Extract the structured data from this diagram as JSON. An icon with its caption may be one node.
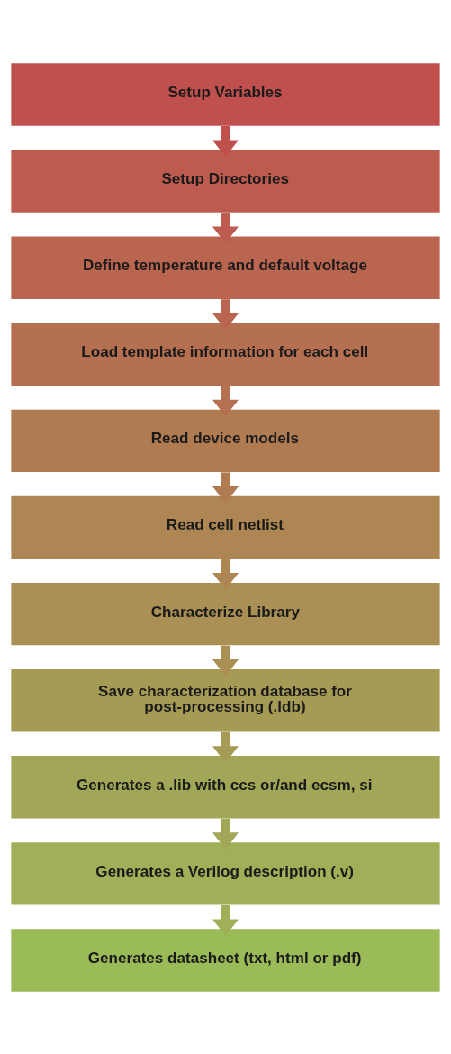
{
  "diagram": {
    "nodes": [
      {
        "text": [
          "Setup Variables"
        ]
      },
      {
        "text": [
          "Setup Directories"
        ]
      },
      {
        "text": [
          "Define temperature and default voltage"
        ]
      },
      {
        "text": [
          "Load template information for each cell"
        ]
      },
      {
        "text": [
          "Read device models"
        ]
      },
      {
        "text": [
          "Read cell netlist"
        ]
      },
      {
        "text": [
          "Characterize Library"
        ]
      },
      {
        "text": [
          "Save characterization database for post-processing (.ldb)"
        ]
      },
      {
        "text": [
          "Generates a .lib with ccs or/and ecsm, si"
        ]
      },
      {
        "text": [
          "Generates a Verilog description (.v)"
        ]
      },
      {
        "text": [
          "Generates datasheet (txt, html or pdf)"
        ]
      }
    ],
    "edges": [
      {
        "from": 0,
        "to": 1,
        "arrow": "to",
        "color": "#c0504d"
      },
      {
        "from": 1,
        "to": 2,
        "arrow": "to",
        "color": "#bc5b4e"
      },
      {
        "from": 2,
        "to": 3,
        "arrow": "to",
        "color": "#b9654f"
      },
      {
        "from": 3,
        "to": 4,
        "arrow": "to",
        "color": "#b57051"
      },
      {
        "from": 4,
        "to": 5,
        "arrow": "to",
        "color": "#b17b52"
      },
      {
        "from": 5,
        "to": 6,
        "arrow": "to",
        "color": "#ae8653"
      },
      {
        "from": 6,
        "to": 7,
        "arrow": "to",
        "color": "#aa9054"
      },
      {
        "from": 7,
        "to": 8,
        "arrow": "to",
        "color": "#a69b55"
      },
      {
        "from": 8,
        "to": 9,
        "arrow": "to",
        "color": "#a2a657"
      },
      {
        "from": 9,
        "to": 10,
        "arrow": "to",
        "color": "#9fb058"
      }
    ]
  }
}
